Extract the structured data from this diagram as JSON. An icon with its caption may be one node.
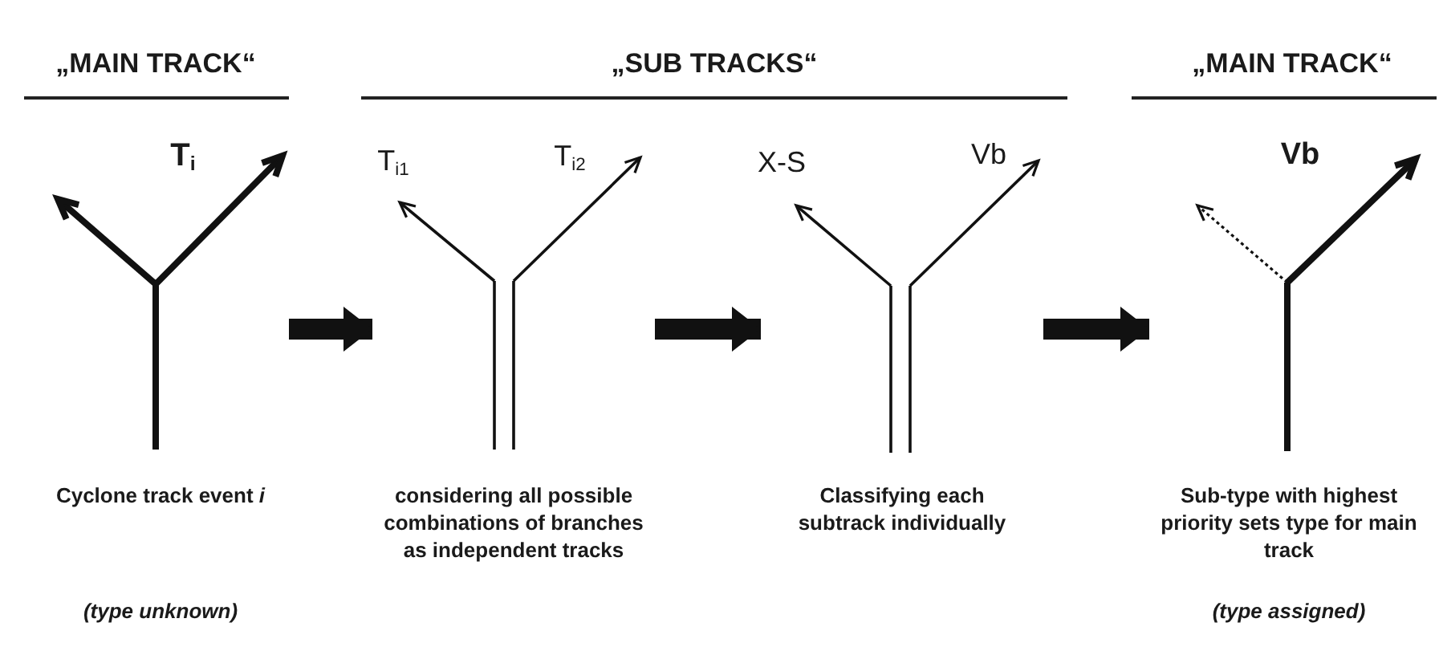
{
  "diagram": {
    "nodes": [
      {
        "text": [
          "Cyclone track event *i*",
          "(type unknown)"
        ]
      },
      {
        "text": [
          "considering all possible combinations of branches as independent tracks"
        ]
      },
      {
        "text": [
          "Classifying each subtrack individually"
        ]
      },
      {
        "text": [
          "Sub-type with highest priority sets type for main track",
          "(type assigned)"
        ]
      }
    ],
    "edges": [
      {
        "from": 0,
        "to": 1,
        "arrow": "to"
      },
      {
        "from": 1,
        "to": 2,
        "arrow": "to"
      },
      {
        "from": 2,
        "to": 3,
        "arrow": "to"
      }
    ],
    "labels": [
      "„MAIN TRACK“",
      "„SUB TRACKS“",
      "„MAIN TRACK“",
      "T$_{i}$",
      "T$_{i1}$",
      "T$_{i2}$",
      "X-S",
      "Vb",
      "Vb"
    ]
  }
}
